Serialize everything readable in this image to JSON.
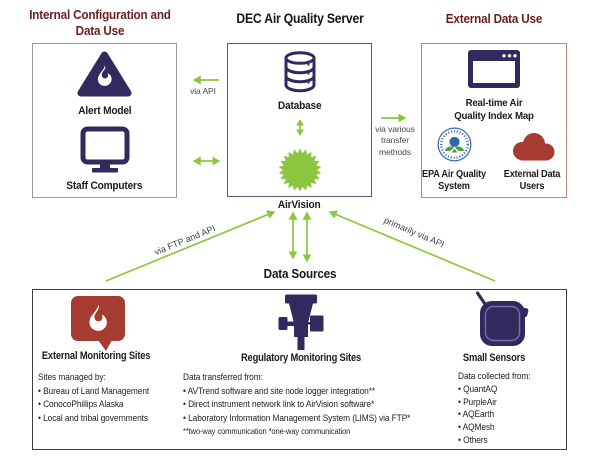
{
  "titles": {
    "internal": "Internal Configuration and Data Use",
    "server": "DEC Air Quality Server",
    "external": "External Data Use",
    "data_sources": "Data Sources"
  },
  "internal_box": {
    "items": [
      {
        "label": "Alert Model",
        "icon": "flame-triangle-icon"
      },
      {
        "label": "Staff Computers",
        "icon": "monitor-icon"
      }
    ]
  },
  "server_box": {
    "items": [
      {
        "label": "Database",
        "icon": "database-cylinder-icon"
      },
      {
        "label": "AirVision",
        "icon": "green-gear-sun-icon"
      }
    ]
  },
  "external_box": {
    "items": [
      {
        "label": "Real-time Air Quality Index Map",
        "icon": "browser-window-icon"
      },
      {
        "label": "EPA Air Quality System",
        "icon": "epa-seal-icon"
      },
      {
        "label": "External Data Users",
        "icon": "cloud-icon"
      }
    ]
  },
  "arrows": {
    "api_top": "via API",
    "transfer": "via various transfer methods",
    "ftp_api": "via FTP and API",
    "primarily_api": "primarily via API"
  },
  "sources_box": {
    "columns": [
      {
        "heading": "External Monitoring Sites",
        "icon": "flame-speech-bubble-icon",
        "intro": "Sites managed by:",
        "bullets": [
          "Bureau of Land Management",
          "ConocoPhillips Alaska",
          "Local and tribal governments"
        ]
      },
      {
        "heading": "Regulatory Monitoring Sites",
        "icon": "monitoring-instrument-icon",
        "intro": "Data transferred from:",
        "bullets": [
          "AVTrend software and site node logger integration**",
          "Direct instrument network link to AirVision software*",
          "Laboratory Information Management System (LIMS) via FTP*"
        ],
        "footnote": "**two-way communication *one-way communication"
      },
      {
        "heading": "Small Sensors",
        "icon": "sensor-box-icon",
        "intro": "Data collected from:",
        "bullets": [
          "QuantAQ",
          "PurpleAir",
          "AQEarth",
          "AQMesh",
          "Others"
        ]
      }
    ]
  },
  "colors": {
    "accent_green": "#8cc63e",
    "icon_navy": "#322a5e",
    "brick_red": "#a63b32",
    "maroon_title": "#6b1d22",
    "salmon_border": "#c4837d",
    "gray_border": "#9b9b9b",
    "dark_border": "#3f3f3f",
    "epa_blue": "#3f6cb0",
    "leaf_green": "#4f9e3e"
  }
}
